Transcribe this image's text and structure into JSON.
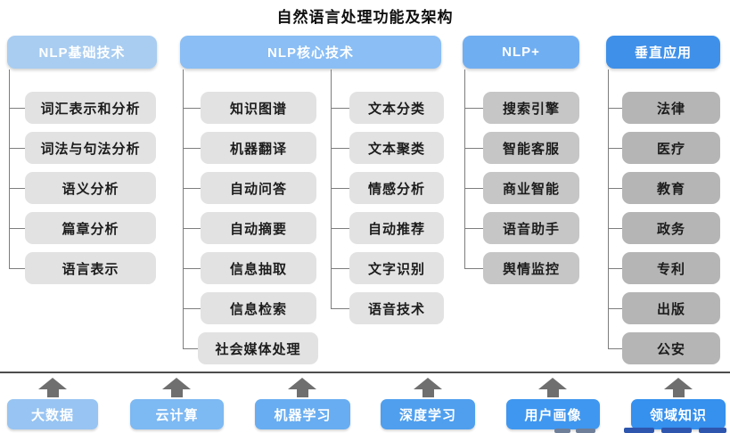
{
  "title": "自然语言处理功能及架构",
  "columns": [
    {
      "id": "nlp-basic",
      "header": "NLP基础技术",
      "items": [
        "词汇表示和分析",
        "词法与句法分析",
        "语义分析",
        "篇章分析",
        "语言表示"
      ]
    },
    {
      "id": "nlp-core",
      "header": "NLP核心技术",
      "items_left": [
        "知识图谱",
        "机器翻译",
        "自动问答",
        "自动摘要",
        "信息抽取",
        "信息检索",
        "社会媒体处理"
      ],
      "items_right": [
        "文本分类",
        "文本聚类",
        "情感分析",
        "自动推荐",
        "文字识别",
        "语音技术"
      ]
    },
    {
      "id": "nlp-plus",
      "header": "NLP+",
      "items": [
        "搜索引擎",
        "智能客服",
        "商业智能",
        "语音助手",
        "舆情监控"
      ]
    },
    {
      "id": "vertical-apps",
      "header": "垂直应用",
      "items": [
        "法律",
        "医疗",
        "教育",
        "政务",
        "专利",
        "出版",
        "公安"
      ]
    }
  ],
  "foundation": {
    "items": [
      "大数据",
      "云计算",
      "机器学习",
      "深度学习",
      "用户画像",
      "领域知识"
    ]
  },
  "colors": {
    "header_basic": "#a9cdf1",
    "header_core": "#8abef5",
    "header_plus": "#70aef2",
    "header_vertical": "#3f90e9",
    "item_light_gray": "#e2e2e2",
    "item_mid_gray": "#c6c6c6",
    "item_dark_gray": "#b5b5b5",
    "foundation_blues": [
      "#97c4f2",
      "#7db9f3",
      "#68adf1",
      "#4f9fee",
      "#3f97f0",
      "#3590ee"
    ],
    "connector_line": "#7d7d7d",
    "baseline": "#4c4c4c",
    "arrow": "#6f6f6f",
    "title_text": "#101010",
    "box_text": "#1c1c1c"
  }
}
